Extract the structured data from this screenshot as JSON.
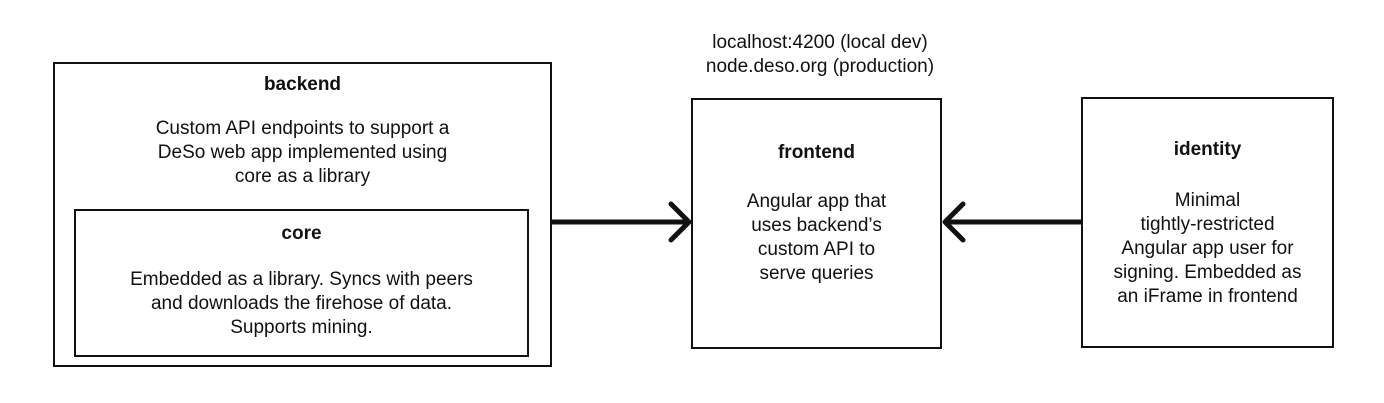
{
  "host": {
    "text": "localhost:4200 (local dev)\nnode.deso.org (production)"
  },
  "backend": {
    "title": "backend",
    "description": "Custom API endpoints to support a\nDeSo web app implemented using\ncore as a library"
  },
  "core": {
    "title": "core",
    "description": "Embedded as a library. Syncs with peers\nand downloads the firehose of data.\nSupports mining."
  },
  "frontend": {
    "title": "frontend",
    "description": "Angular app that\nuses backend’s\ncustom API to\nserve queries"
  },
  "identity": {
    "title": "identity",
    "description": "Minimal\ntightly-restricted\nAngular app user for\nsigning. Embedded as\nan iFrame in frontend"
  }
}
